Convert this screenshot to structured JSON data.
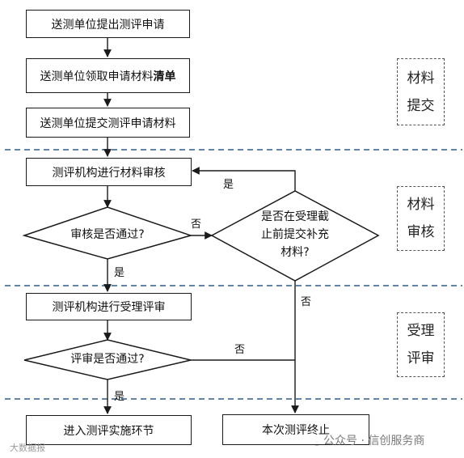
{
  "steps": {
    "submit_application": "送测单位提出测评申请",
    "receive_list_prefix": "送测单位领取申请材料",
    "receive_list_strong": "清单",
    "submit_materials": "送测单位提交测评申请材料",
    "org_review": "测评机构进行材料审核",
    "org_accept_review": "测评机构进行受理评审",
    "enter_implementation": "进入测评实施环节",
    "terminate": "本次测评终止"
  },
  "decisions": {
    "review_passed": "审核是否通过?",
    "supplement_line1": "是否在受理截",
    "supplement_line2": "止前提交补充",
    "supplement_line3": "材料?",
    "evaluation_passed": "评审是否通过?"
  },
  "edge_labels": {
    "yes_back": "是",
    "no_review": "否",
    "yes_review": "是",
    "no_supplement": "否",
    "no_evaluation": "否",
    "yes_evaluation": "是"
  },
  "phases": [
    {
      "line1": "材料",
      "line2": "提交"
    },
    {
      "line1": "材料",
      "line2": "审核"
    },
    {
      "line1": "受理",
      "line2": "评审"
    }
  ],
  "watermark": {
    "right_text": "公众号 · 信创服务商",
    "left_text": "大数据报"
  },
  "colors": {
    "line": "#1a1a1a",
    "separator": "#2e5d8c",
    "phase_border": "#555555"
  }
}
